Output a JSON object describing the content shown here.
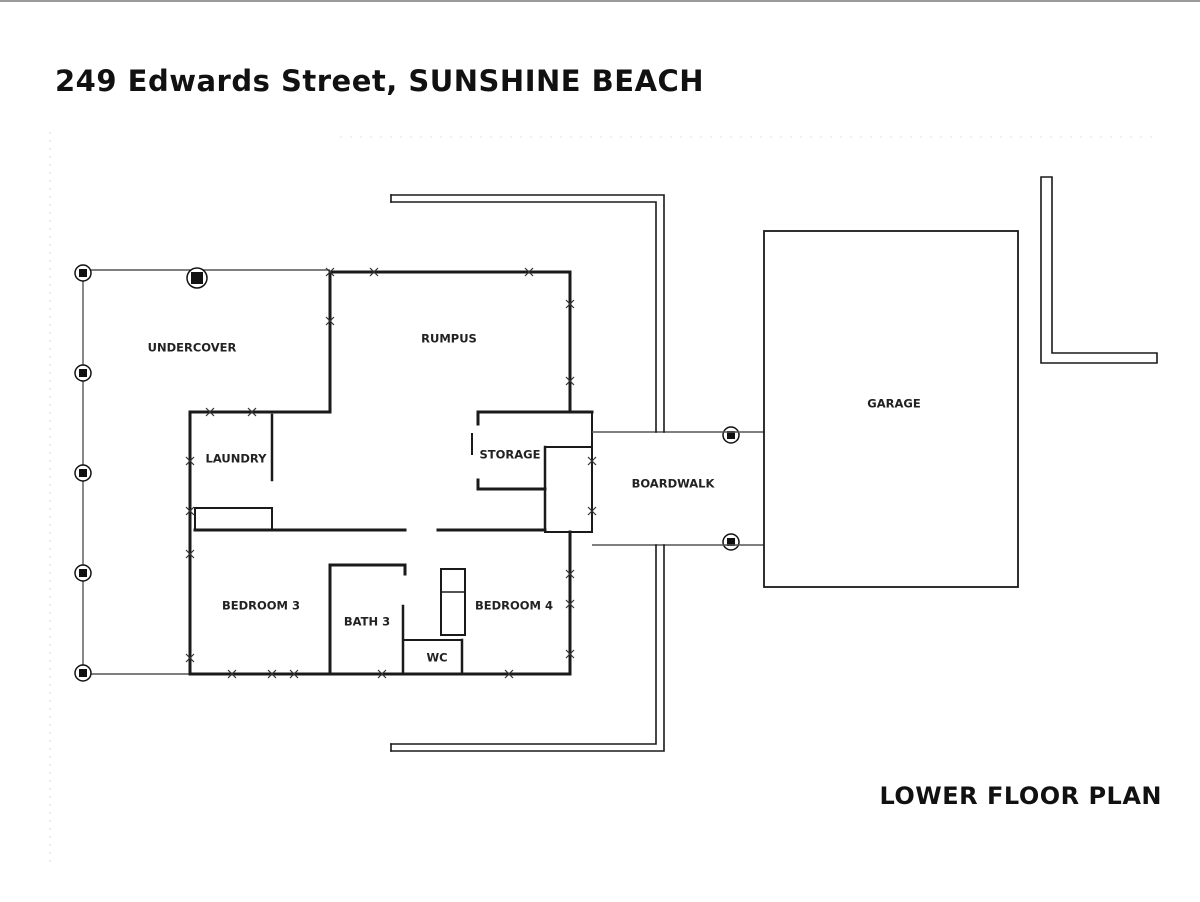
{
  "header": {
    "address": "249 Edwards Street, SUNSHINE BEACH"
  },
  "footer": {
    "plan_title": "LOWER FLOOR PLAN"
  },
  "rooms": {
    "undercover": "UNDERCOVER",
    "rumpus": "RUMPUS",
    "laundry": "LAUNDRY",
    "storage": "STORAGE",
    "boardwalk": "BOARDWALK",
    "garage": "GARAGE",
    "bedroom3": "BEDROOM 3",
    "bath3": "BATH 3",
    "bedroom4": "BEDROOM 4",
    "wc": "WC"
  },
  "colors": {
    "line": "#1a1a1a",
    "thin_line": "#555555",
    "background": "#ffffff"
  }
}
